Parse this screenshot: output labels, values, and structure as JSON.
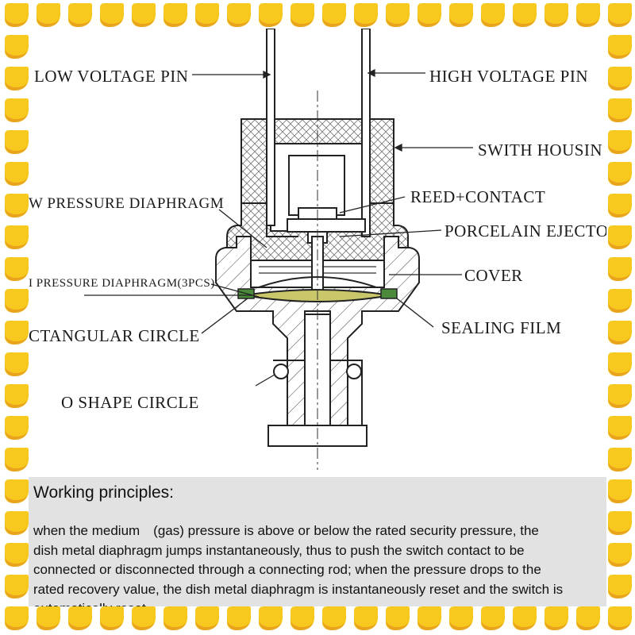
{
  "border": {
    "bg_color": "#ffffff",
    "tile_color": "#f7c81e",
    "tile_shadow": "#e8a21c"
  },
  "labels": {
    "low_voltage_pin": "LOW VOLTAGE PIN",
    "high_voltage_pin": "HIGH VOLTAGE PIN",
    "switch_housing": "SWITH HOUSIN",
    "low_pressure_diaphragm": "W PRESSURE DIAPHRAGM",
    "reed_contact": "REED+CONTACT",
    "porcelain_ejector": "PORCELAIN EJECTO",
    "high_pressure_diaphragm": "I PRESSURE DIAPHRAGM(3PCS)",
    "cover": "COVER",
    "rectangular_circle": "CTANGULAR CIRCLE",
    "sealing_film": "SEALING FILM",
    "o_shape_circle": "O SHAPE CIRCLE"
  },
  "info": {
    "title": "Working principles:",
    "lines": [
      "when the medium　(gas) pressure is above or below the rated security pressure, the",
      "dish metal diaphragm jumps instantaneously, thus to push the switch contact to be",
      "connected or disconnected through a connecting rod; when the pressure drops to the",
      "rated recovery value, the dish metal diaphragm is instantaneously reset and the switch is",
      "automatically reset."
    ]
  },
  "colors": {
    "diaphragm": "#c9c76a",
    "seal": "#4a8a3a",
    "panel_bg": "#e2e2e2"
  }
}
